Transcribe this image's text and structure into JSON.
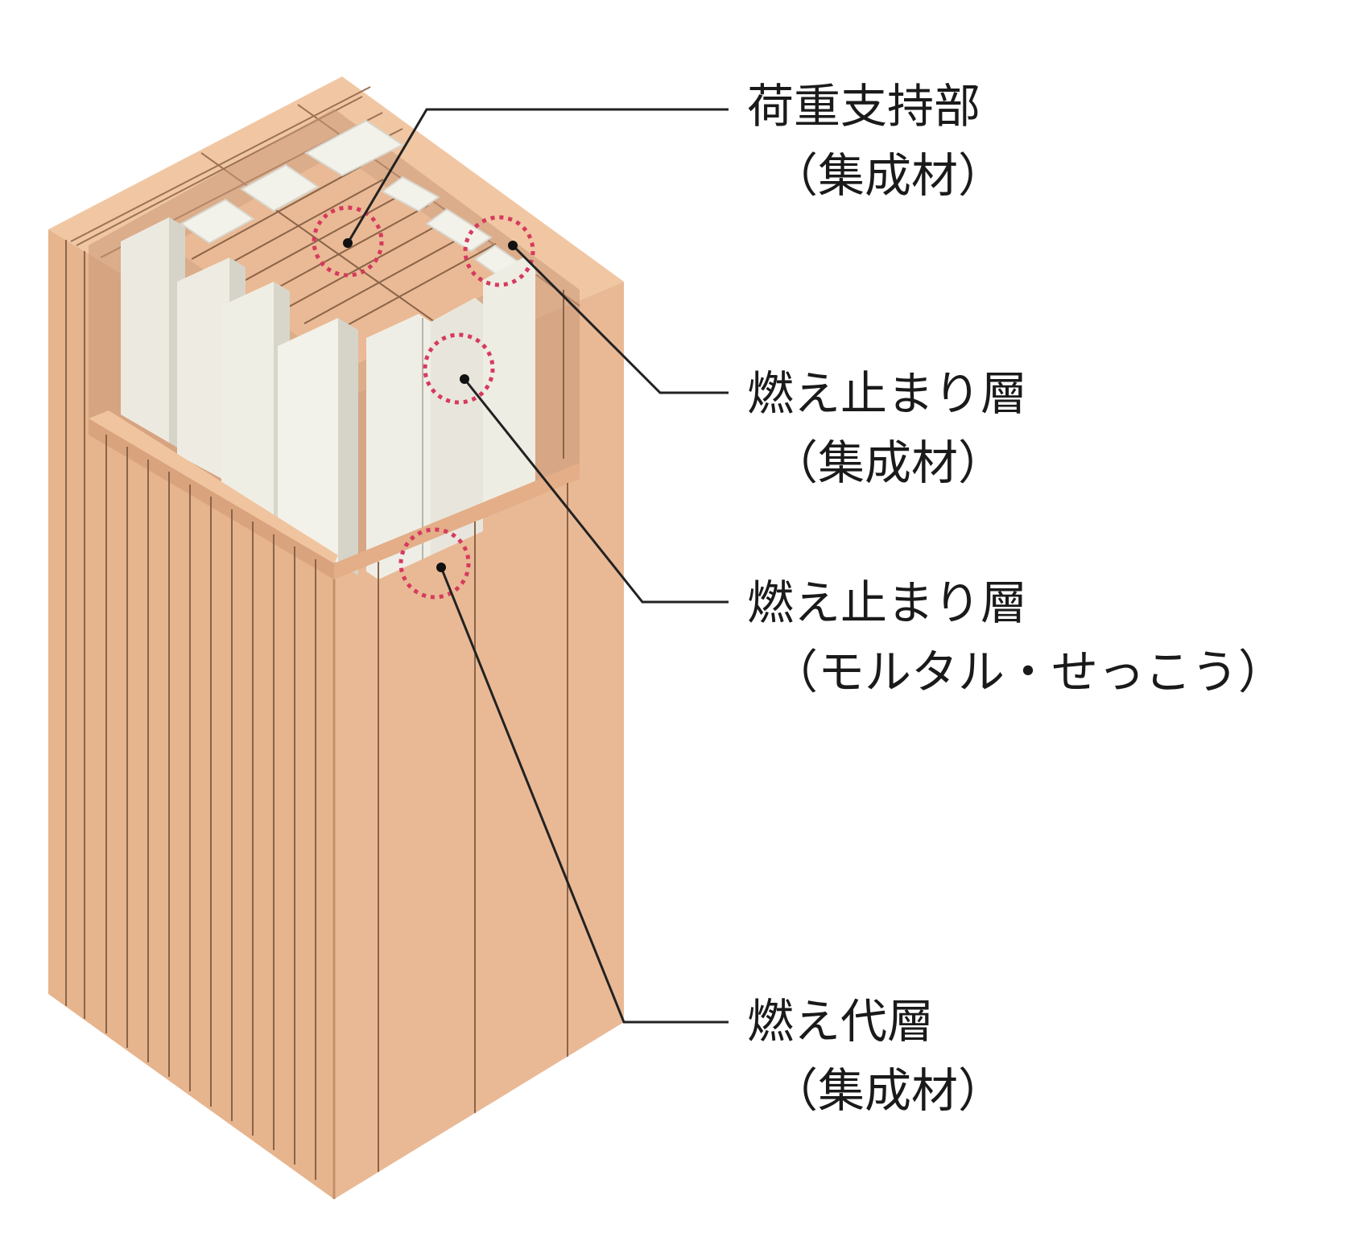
{
  "labels": [
    {
      "main": "荷重支持部",
      "sub": "（集成材）"
    },
    {
      "main": "燃え止まり層",
      "sub": "（集成材）"
    },
    {
      "main": "燃え止まり層",
      "sub": "（モルタル・せっこう）"
    },
    {
      "main": "燃え代層",
      "sub": "（集成材）"
    }
  ],
  "colors": {
    "wood_light": "#f3c6a0",
    "wood_mid": "#e8b58e",
    "wood_dark": "#d9a47c",
    "wood_line": "#7a5a44",
    "mortar_light": "#f2f1ea",
    "mortar_dark": "#dedcd0",
    "marker_circle": "#d63a5e",
    "leader_line": "#222222"
  }
}
